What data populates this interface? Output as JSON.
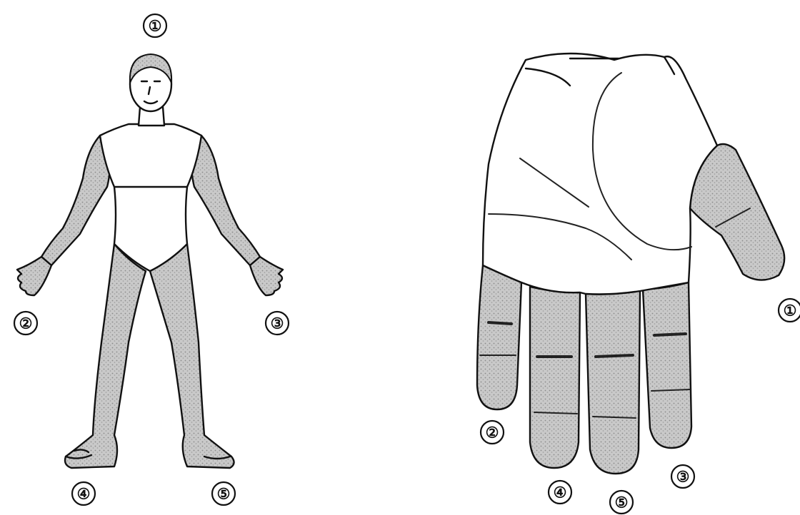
{
  "colors": {
    "ink": "#111111",
    "shading": "#c4c4c4",
    "background": "#ffffff"
  },
  "body_figure": {
    "labels": [
      {
        "id": "head",
        "text": "①"
      },
      {
        "id": "right-hand",
        "text": "②"
      },
      {
        "id": "left-hand",
        "text": "③"
      },
      {
        "id": "right-foot",
        "text": "④"
      },
      {
        "id": "left-foot",
        "text": "⑤"
      }
    ]
  },
  "hand_figure": {
    "labels": [
      {
        "id": "thumb",
        "text": "①"
      },
      {
        "id": "index-finger",
        "text": "②"
      },
      {
        "id": "little-finger",
        "text": "③"
      },
      {
        "id": "middle-finger",
        "text": "④"
      },
      {
        "id": "ring-finger",
        "text": "⑤"
      }
    ]
  }
}
